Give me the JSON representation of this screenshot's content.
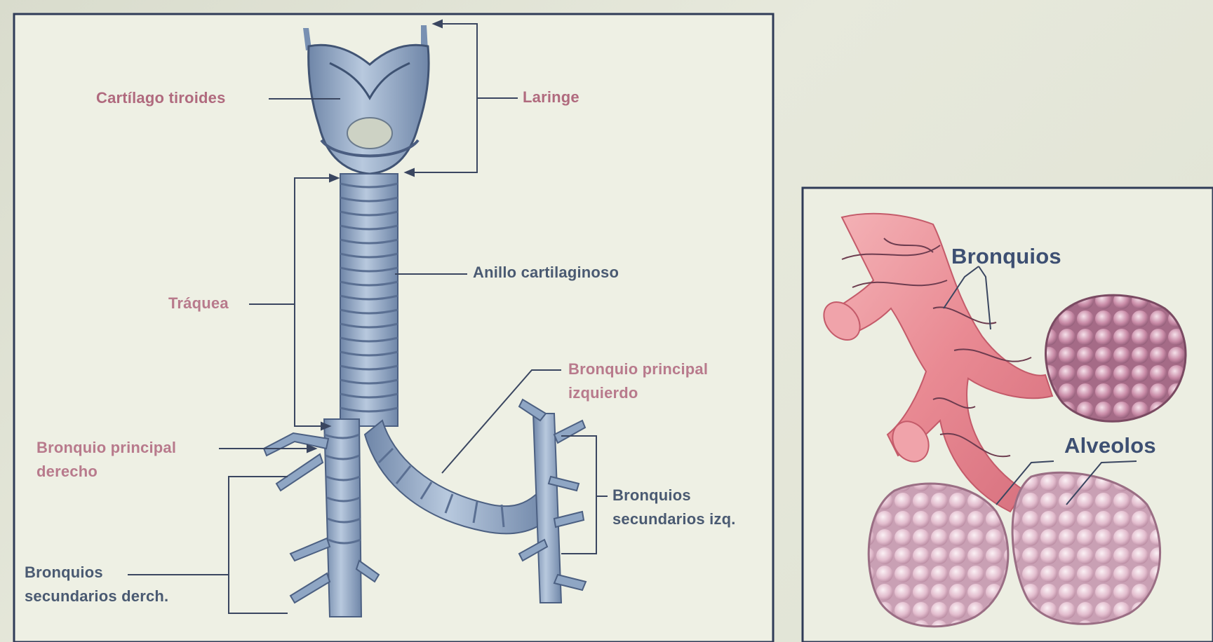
{
  "left_panel": {
    "labels": {
      "cartilago_tiroides": "Cartílago tiroides",
      "laringe": "Laringe",
      "anillo_cartilaginoso": "Anillo cartilaginoso",
      "traquea": "Tráquea",
      "bronquio_principal_izquierdo_1": "Bronquio principal",
      "bronquio_principal_izquierdo_2": "izquierdo",
      "bronquio_principal_derecho_1": "Bronquio principal",
      "bronquio_principal_derecho_2": "derecho",
      "bronquios_secundarios_izq_1": "Bronquios",
      "bronquios_secundarios_izq_2": "secundarios izq.",
      "bronquios_secundarios_derch_1": "Bronquios",
      "bronquios_secundarios_derch_2": "secundarios derch."
    }
  },
  "right_panel": {
    "labels": {
      "bronquios": "Bronquios",
      "alveolos": "Alveolos"
    }
  },
  "colors": {
    "label_pink": "#b87a8c",
    "label_navy": "#4a5a72",
    "airway_blue": "#8fa6c4",
    "bronchi_pink": "#e3828f",
    "alveoli_mauve": "#b67a96"
  }
}
